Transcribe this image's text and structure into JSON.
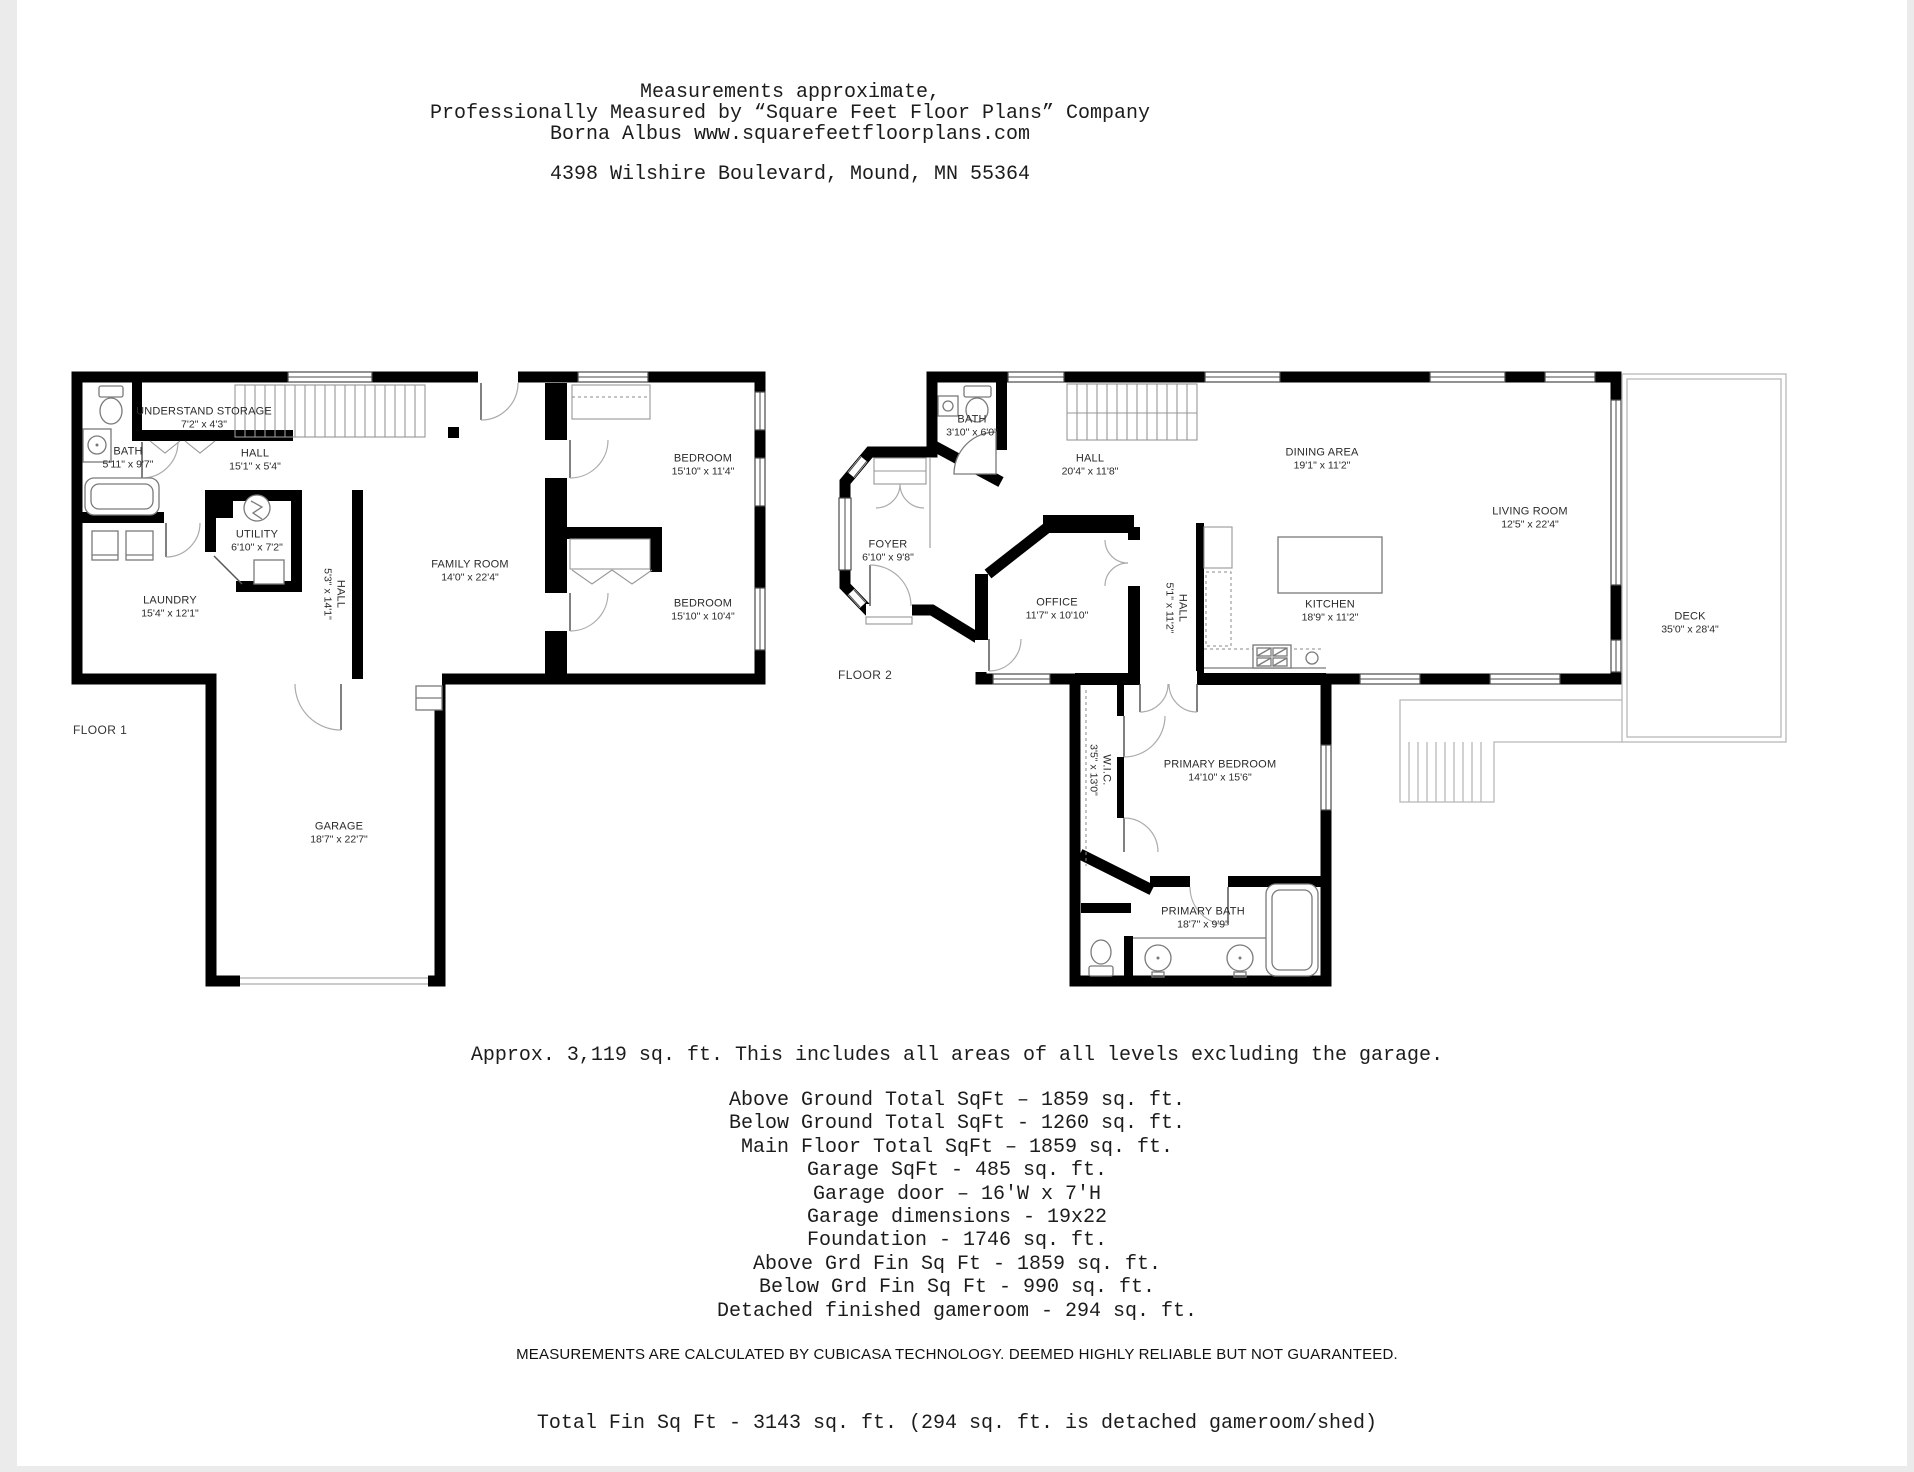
{
  "header": {
    "line1": "Measurements approximate,",
    "line2": "Professionally Measured by “Square Feet Floor Plans” Company",
    "line3": "Borna Albus www.squarefeetfloorplans.com",
    "address": "4398 Wilshire Boulevard, Mound, MN 55364"
  },
  "floor1": {
    "caption": "FLOOR 1",
    "rooms": {
      "storage": {
        "name": "UNDERSTAND STORAGE",
        "dims": "7'2\" x 4'3\""
      },
      "bath": {
        "name": "BATH",
        "dims": "5'11\" x 9'7\""
      },
      "hall": {
        "name": "HALL",
        "dims": "15'1\" x 5'4\""
      },
      "utility": {
        "name": "UTILITY",
        "dims": "6'10\" x 7'2\""
      },
      "laundry": {
        "name": "LAUNDRY",
        "dims": "15'4\" x 12'1\""
      },
      "hall_vertical": {
        "name": "HALL",
        "dims": "5'3\" x 14'1\""
      },
      "family_room": {
        "name": "FAMILY ROOM",
        "dims": "14'0\" x 22'4\""
      },
      "bedroom_upper": {
        "name": "BEDROOM",
        "dims": "15'10\" x 11'4\""
      },
      "bedroom_lower": {
        "name": "BEDROOM",
        "dims": "15'10\" x 10'4\""
      },
      "garage": {
        "name": "GARAGE",
        "dims": "18'7\" x 22'7\""
      }
    }
  },
  "floor2": {
    "caption": "FLOOR 2",
    "rooms": {
      "bath": {
        "name": "BATH",
        "dims": "3'10\" x 6'0\""
      },
      "foyer": {
        "name": "FOYER",
        "dims": "6'10\" x 9'8\""
      },
      "hall": {
        "name": "HALL",
        "dims": "20'4\" x 11'8\""
      },
      "dining_area": {
        "name": "DINING AREA",
        "dims": "19'1\" x 11'2\""
      },
      "living_room": {
        "name": "LIVING ROOM",
        "dims": "12'5\" x 22'4\""
      },
      "office": {
        "name": "OFFICE",
        "dims": "11'7\" x 10'10\""
      },
      "hall_vertical": {
        "name": "HALL",
        "dims": "5'1\" x 11'2\""
      },
      "kitchen": {
        "name": "KITCHEN",
        "dims": "18'9\" x 11'2\""
      },
      "deck": {
        "name": "DECK",
        "dims": "35'0\" x 28'4\""
      },
      "wic": {
        "name": "W.I.C.",
        "dims": "3'5\" x 13'0\""
      },
      "primary_bedroom": {
        "name": "PRIMARY BEDROOM",
        "dims": "14'10\" x 15'6\""
      },
      "primary_bath": {
        "name": "PRIMARY BATH",
        "dims": "18'7\" x 9'9\""
      }
    }
  },
  "footer": {
    "approx": "Approx. 3,119 sq. ft. This includes all areas of all levels excluding the garage.",
    "details": [
      "Above Ground Total SqFt – 1859 sq. ft.",
      "Below Ground Total SqFt - 1260 sq. ft.",
      "Main Floor Total SqFt – 1859 sq. ft.",
      "Garage SqFt - 485 sq. ft.",
      "Garage door – 16'W x 7'H",
      "Garage dimensions - 19x22",
      "Foundation - 1746 sq. ft.",
      "Above Grd Fin Sq Ft - 1859 sq. ft.",
      "Below Grd Fin Sq Ft - 990 sq. ft.",
      "Detached finished gameroom - 294 sq. ft."
    ],
    "disclaimer": "MEASUREMENTS ARE CALCULATED BY CUBICASA TECHNOLOGY. DEEMED HIGHLY RELIABLE BUT NOT GUARANTEED.",
    "total": "Total Fin Sq Ft - 3143 sq. ft. (294 sq. ft. is detached gameroom/shed)"
  }
}
